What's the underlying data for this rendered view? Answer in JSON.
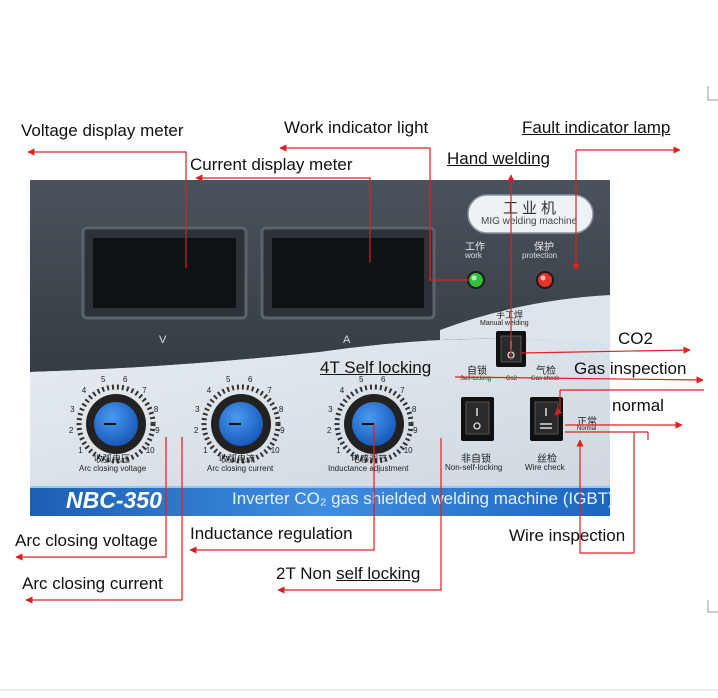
{
  "callouts": {
    "voltage_display_meter": "Voltage display meter",
    "work_indicator_light": "Work indicator light",
    "fault_indicator_lamp": "Fault indicator lamp",
    "current_display_meter": "Current display meter",
    "hand_welding": "Hand welding",
    "co2": "CO2",
    "four_t_self_locking": "4T Self locking",
    "gas_inspection": "Gas inspection",
    "normal": "normal",
    "arc_closing_voltage": "Arc closing voltage",
    "inductance_regulation": "Inductance regulation",
    "wire_inspection": "Wire inspection",
    "two_t_prefix": "2T Non ",
    "two_t_underlined": "self locking",
    "arc_closing_current": "Arc closing current"
  },
  "panel": {
    "brand_cn": "工业机",
    "brand_en": "MIG welding machine",
    "work_cn": "工作",
    "work_en": "work",
    "protection_cn": "保护",
    "protection_en": "protection",
    "meter_v": "V",
    "meter_a": "A",
    "manual_cn": "手工焊",
    "manual_en": "Manual welding",
    "selflock_cn": "自锁",
    "selflock_en": "Self-locking",
    "co2_small": "Co2",
    "gascheck_cn": "气检",
    "gascheck_en": "Gas check",
    "normal_cn": "正常",
    "normal_en": "Normal",
    "nonself_cn": "非自锁",
    "nonself_en": "Non-self-locking",
    "wirecheck_cn": "丝检",
    "wirecheck_en": "Wire check",
    "knob1_cn": "收弧电压",
    "knob1_en": "Arc closing voltage",
    "knob2_cn": "收弧电流",
    "knob2_en": "Arc closing current",
    "knob3_cn": "电感调节",
    "knob3_en": "Inductance adjustment",
    "model": "NBC-350",
    "banner": "Inverter CO₂ gas shielded welding machine (IGBT)",
    "scale": [
      "1",
      "2",
      "3",
      "4",
      "5",
      "6",
      "7",
      "8",
      "9",
      "10"
    ]
  },
  "colors": {
    "panel_dark": "#3f4750",
    "panel_light": "#dce3ea",
    "banner_blue": "#1f6fc9",
    "knob_blue": "#1c6ed8",
    "arrow_red": "#e02020",
    "work_led": "#2fbf3a",
    "fault_led": "#e5322a"
  }
}
